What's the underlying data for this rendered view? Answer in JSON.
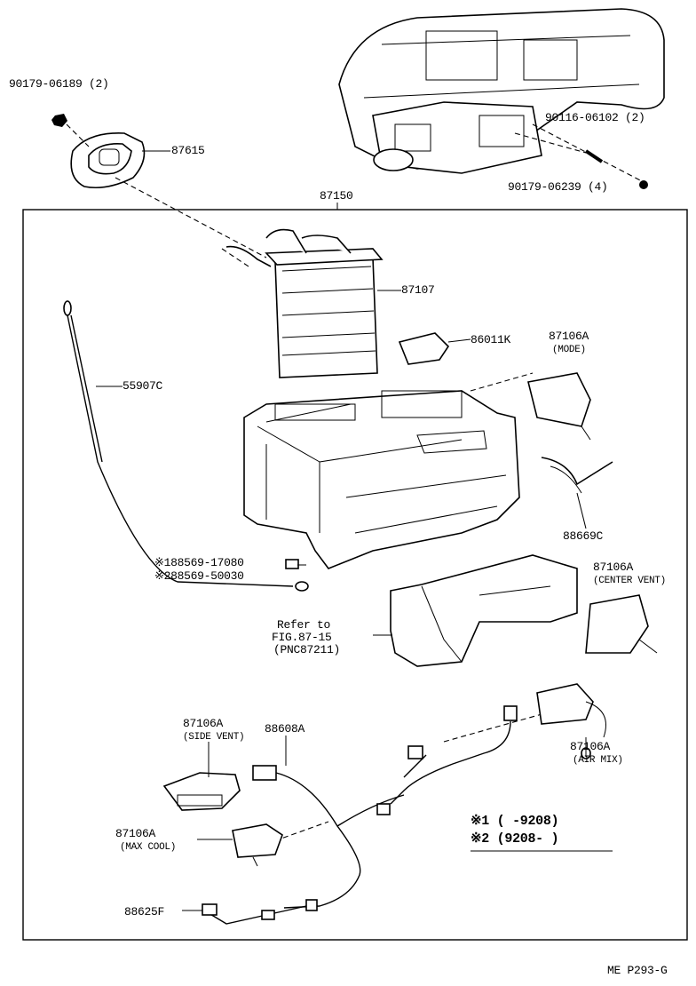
{
  "labels": {
    "p90179_06189": "90179-06189 (2)",
    "p87615": "87615",
    "p90116_06102": "90116-06102 (2)",
    "p90179_06239": "90179-06239 (4)",
    "p87150": "87150",
    "p87107": "87107",
    "p86011k": "86011K",
    "p87106a_mode": "87106A",
    "p87106a_mode_sub": "(MODE)",
    "p55907c": "55907C",
    "p88669c": "88669C",
    "note1_pn": "88569-17080",
    "note2_pn": "88569-50030",
    "mark1": "※1",
    "mark2": "※2",
    "p87106a_center": "87106A",
    "p87106a_center_sub": "(CENTER VENT)",
    "refer_line1": "Refer to",
    "refer_line2": "FIG.87-15",
    "refer_line3": "(PNC87211)",
    "p87106a_side": "87106A",
    "p87106a_side_sub": "(SIDE VENT)",
    "p88608a": "88608A",
    "p87106a_air": "87106A",
    "p87106a_air_sub": "(AIR MIX)",
    "p87106a_max": "87106A",
    "p87106a_max_sub": "(MAX COOL)",
    "p88625f": "88625F",
    "legend1": "※1 (     -9208)",
    "legend2": "※2 (9208-     )",
    "footer_code": "ME P293-G"
  }
}
